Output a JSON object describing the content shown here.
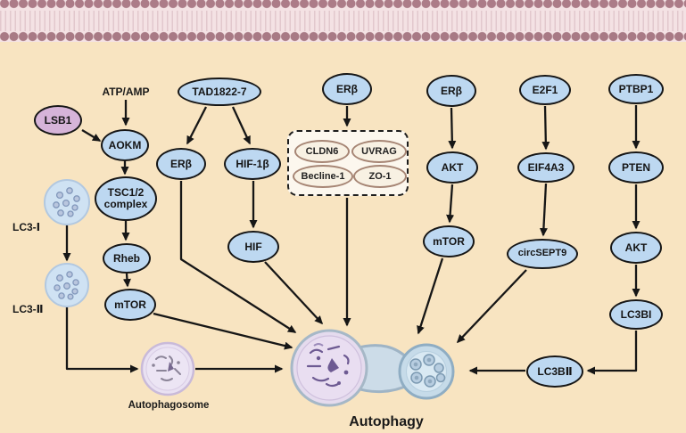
{
  "diagram_title": "Autophagy",
  "colors": {
    "background": "#f8e4c1",
    "membrane_dots": "#ac7c88",
    "membrane_band": "#f4e2e4",
    "node_fill": "#bdd8f1",
    "node_border": "#161616",
    "lsb1_fill": "#d6b4d9",
    "complex_node_fill": "#f8f1e3",
    "complex_node_border": "#a68574",
    "autophagosome_fill": "#e9e1f2",
    "cell_left_fill": "#e5dbee",
    "cell_right_fill": "#c6dbe9",
    "arrow": "#161616"
  },
  "nodes": {
    "lsb1": {
      "label": "LSB1"
    },
    "aokm": {
      "label": "AOKM"
    },
    "tsc": {
      "label": "TSC1/2\ncomplex"
    },
    "rheb": {
      "label": "Rheb"
    },
    "mtor1": {
      "label": "mTOR"
    },
    "tad": {
      "label": "TAD1822-7"
    },
    "erb2": {
      "label": "ERβ"
    },
    "hif1b": {
      "label": "HIF-1β"
    },
    "hif": {
      "label": "HIF"
    },
    "erb3": {
      "label": "ERβ"
    },
    "cldn6": {
      "label": "CLDN6"
    },
    "uvrag": {
      "label": "UVRAG"
    },
    "becline1": {
      "label": "Becline-1"
    },
    "zo1": {
      "label": "ZO-1"
    },
    "erb4": {
      "label": "ERβ"
    },
    "akt4": {
      "label": "AKT"
    },
    "mtor5": {
      "label": "mTOR"
    },
    "e2f1": {
      "label": "E2F1"
    },
    "eif4a3": {
      "label": "EIF4A3"
    },
    "circsept9": {
      "label": "circSEPT9"
    },
    "ptbp1": {
      "label": "PTBP1"
    },
    "pten": {
      "label": "PTEN"
    },
    "akt6": {
      "label": "AKT"
    },
    "lc3bi": {
      "label": "LC3BI"
    },
    "lc3bii": {
      "label": "LC3BⅡ"
    }
  },
  "labels": {
    "atp_amp": "ATP/AMP",
    "lc3_i": "LC3-Ⅰ",
    "lc3_ii": "LC3-Ⅱ",
    "autophagosome": "Autophagosome",
    "autophagy": "Autophagy"
  },
  "edges": [
    {
      "from": "LSB1",
      "to": "AOKM"
    },
    {
      "from": "ATP/AMP",
      "to": "AOKM"
    },
    {
      "from": "AOKM",
      "to": "TSC1/2 complex"
    },
    {
      "from": "TSC1/2 complex",
      "to": "Rheb"
    },
    {
      "from": "Rheb",
      "to": "mTOR"
    },
    {
      "from": "mTOR",
      "to": "Autophagy"
    },
    {
      "from": "LC3-Ⅰ",
      "to": "LC3-Ⅱ"
    },
    {
      "from": "LC3-Ⅱ",
      "to": "Autophagosome"
    },
    {
      "from": "Autophagosome",
      "to": "Autophagy"
    },
    {
      "from": "TAD1822-7",
      "to": "ERβ"
    },
    {
      "from": "TAD1822-7",
      "to": "HIF-1β"
    },
    {
      "from": "ERβ",
      "to": "Autophagy"
    },
    {
      "from": "HIF-1β",
      "to": "HIF"
    },
    {
      "from": "HIF",
      "to": "Autophagy"
    },
    {
      "from": "ERβ",
      "to": "CLDN6/UVRAG/Becline-1/ZO-1"
    },
    {
      "from": "CLDN6/UVRAG/Becline-1/ZO-1",
      "to": "Autophagy"
    },
    {
      "from": "ERβ",
      "to": "AKT"
    },
    {
      "from": "AKT",
      "to": "mTOR"
    },
    {
      "from": "mTOR",
      "to": "Autophagy"
    },
    {
      "from": "E2F1",
      "to": "EIF4A3"
    },
    {
      "from": "EIF4A3",
      "to": "circSEPT9"
    },
    {
      "from": "circSEPT9",
      "to": "Autophagy"
    },
    {
      "from": "PTBP1",
      "to": "PTEN"
    },
    {
      "from": "PTEN",
      "to": "AKT"
    },
    {
      "from": "AKT",
      "to": "LC3BI"
    },
    {
      "from": "LC3BI",
      "to": "LC3BⅡ"
    },
    {
      "from": "LC3BⅡ",
      "to": "Autophagy"
    }
  ]
}
